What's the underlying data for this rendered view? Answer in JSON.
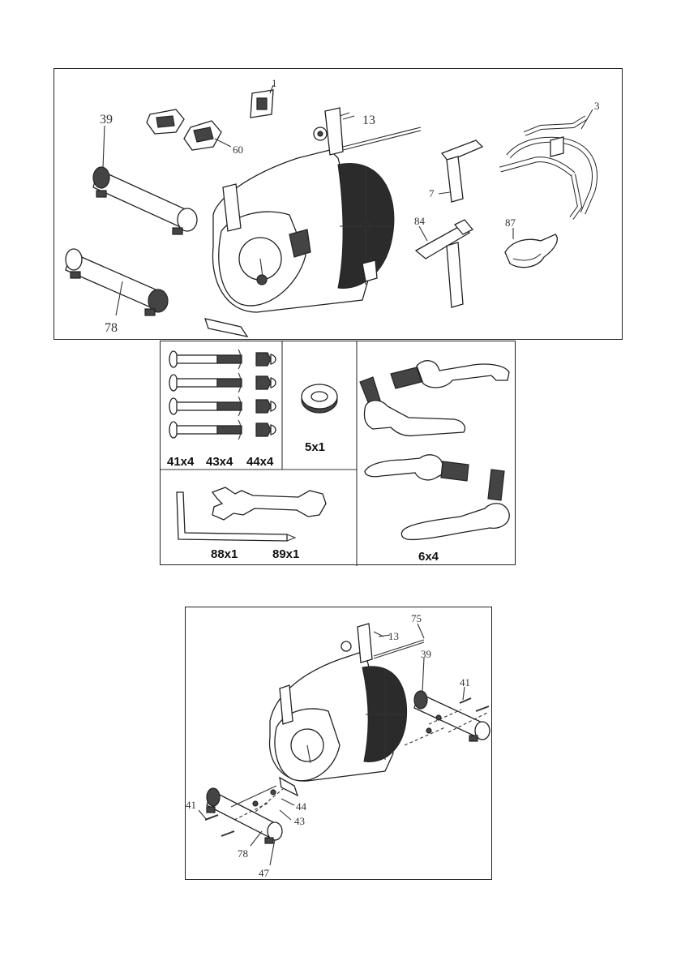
{
  "parts_overview": {
    "callouts": {
      "p1": "1",
      "p13": "13",
      "p3": "3",
      "p39": "39",
      "p60": "60",
      "p7": "7",
      "p84": "84",
      "p87": "87",
      "p78": "78"
    }
  },
  "hardware_pack": {
    "bolts_label": "41x4",
    "washers_label": "43x4",
    "nuts_label": "44x4",
    "flat_washer_label": "5x1",
    "allen_key_label": "88x1",
    "spanner_label": "89x1",
    "knob_label": "6x4"
  },
  "step_diagram": {
    "callouts": {
      "p75": "75",
      "p13": "13",
      "p39": "39",
      "p41_right": "41",
      "p41_left": "41",
      "p44": "44",
      "p43": "43",
      "p78": "78",
      "p47": "47"
    }
  }
}
